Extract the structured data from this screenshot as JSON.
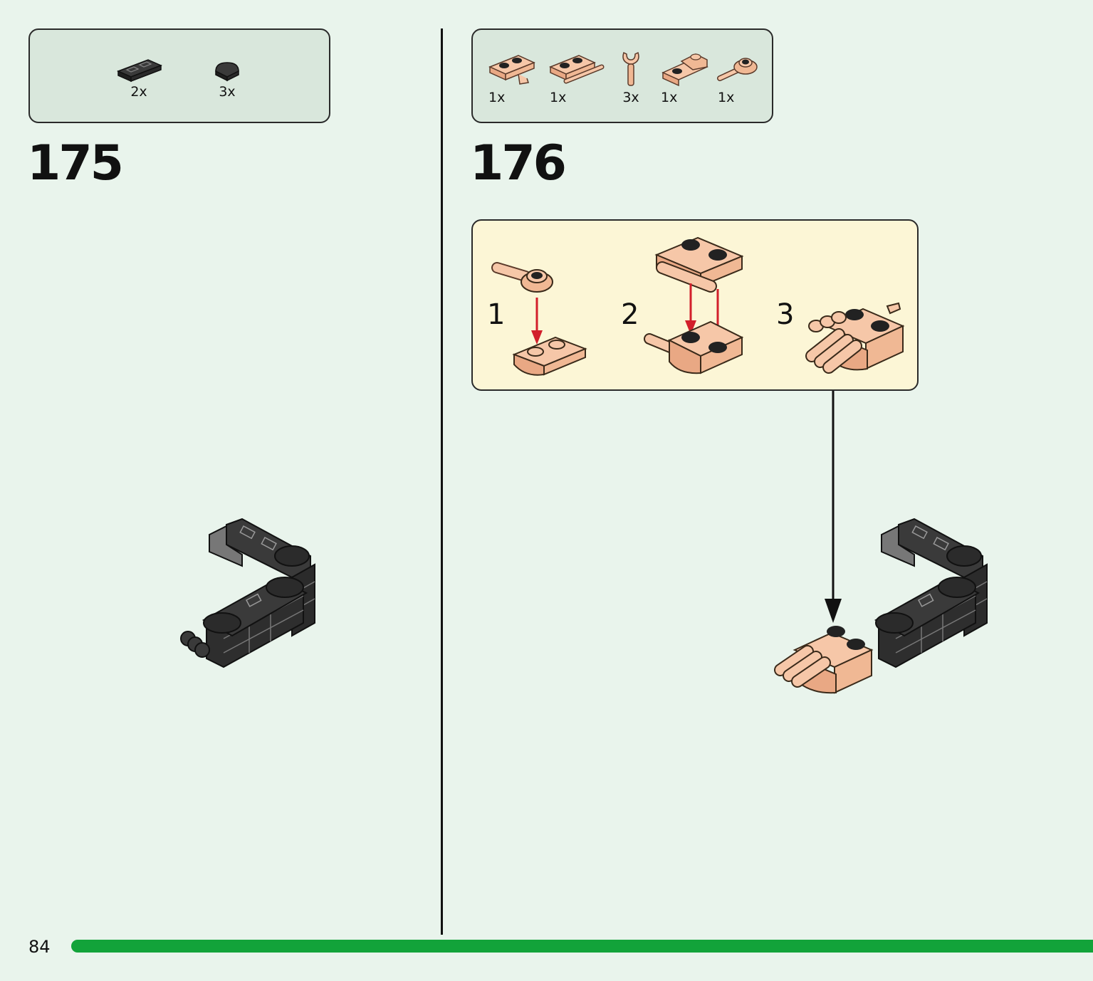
{
  "steps": [
    {
      "number": "175",
      "parts": [
        {
          "qty": "2x",
          "icon": "dark-tile-2x1-icon"
        },
        {
          "qty": "3x",
          "icon": "dark-round-tile-icon"
        }
      ]
    },
    {
      "number": "176",
      "parts": [
        {
          "qty": "1x",
          "icon": "tan-plate-clip-icon"
        },
        {
          "qty": "1x",
          "icon": "tan-plate-bar-icon"
        },
        {
          "qty": "3x",
          "icon": "tan-bar-holder-icon"
        },
        {
          "qty": "1x",
          "icon": "tan-curved-plate-icon"
        },
        {
          "qty": "1x",
          "icon": "tan-round-plate-bar-icon"
        }
      ],
      "substeps": [
        "1",
        "2",
        "3"
      ]
    }
  ],
  "page_number": "84",
  "progress": 1.0,
  "colors": {
    "background": "#e9f4ec",
    "parts_box": "#d9e7dc",
    "substep_box": "#fcf6d6",
    "progress_bar": "#12a33a",
    "brick_dark": "#2b2b2b",
    "brick_tan": "#f6c7a8",
    "arrow_red": "#d21f2b"
  }
}
